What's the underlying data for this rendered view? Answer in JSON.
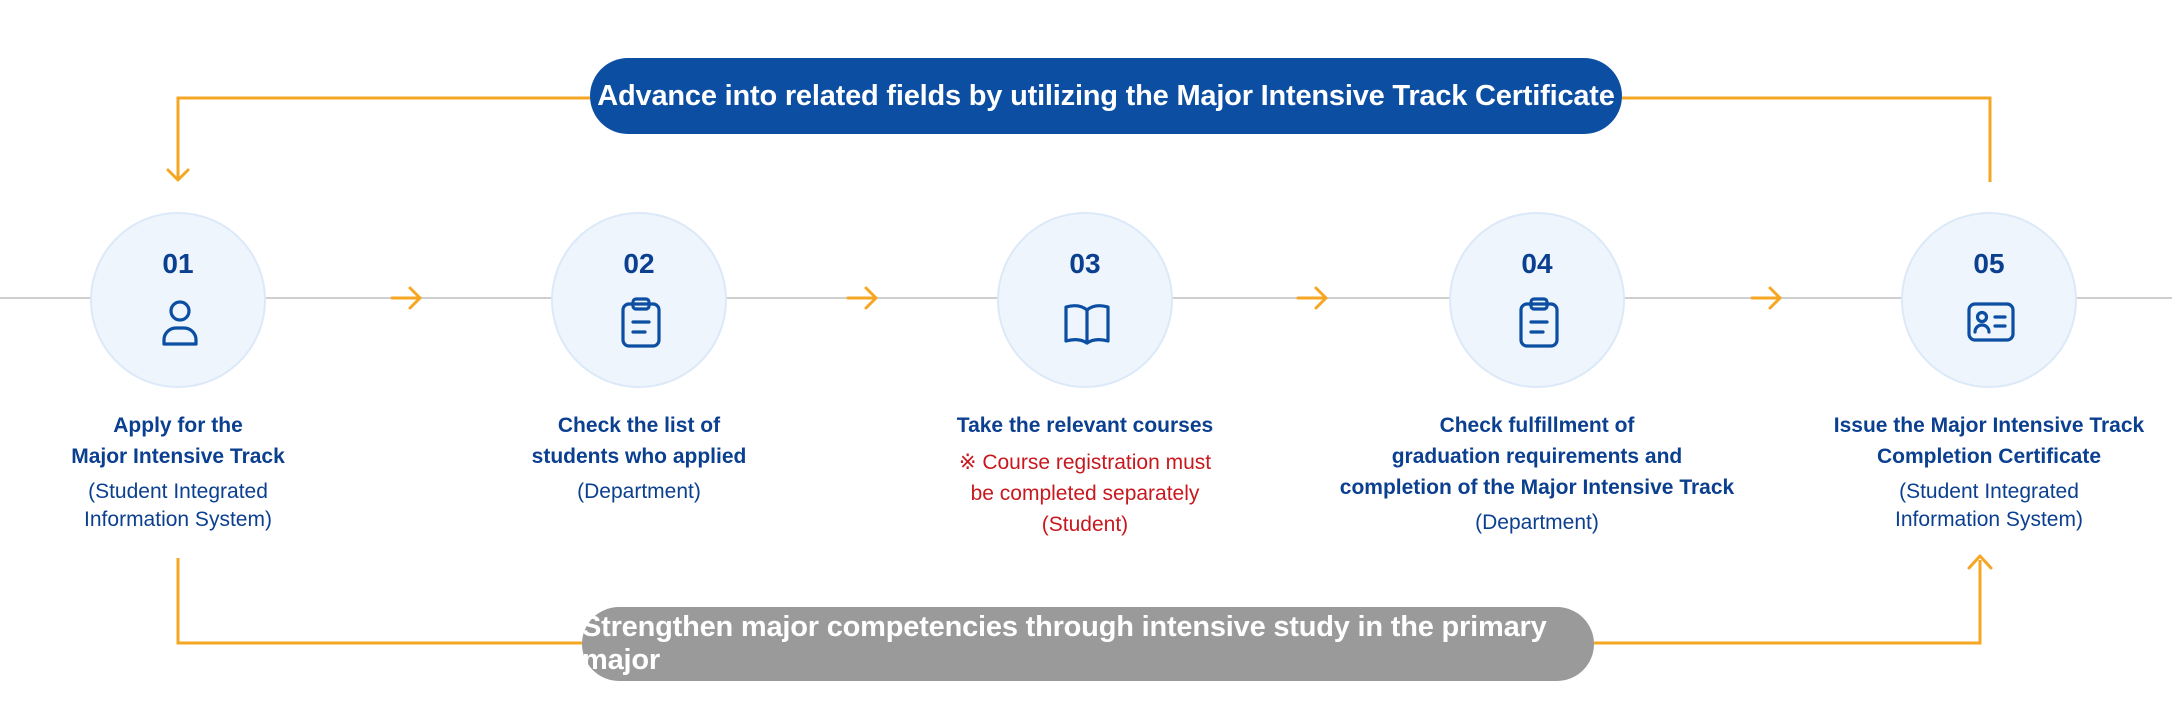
{
  "banners": {
    "top": "Advance into related fields by utilizing the Major Intensive Track Certificate",
    "bottom": "Strengthen major competencies through intensive study in the primary major"
  },
  "steps": [
    {
      "number": "01",
      "icon": "user-icon",
      "title": [
        "Apply for the",
        "Major Intensive Track"
      ],
      "subtitle": [
        "(Student Integrated",
        "Information System)"
      ]
    },
    {
      "number": "02",
      "icon": "clipboard-icon",
      "title": [
        "Check the list of",
        "students who applied"
      ],
      "subtitle": [
        "(Department)"
      ]
    },
    {
      "number": "03",
      "icon": "book-icon",
      "title": [
        "Take the relevant courses"
      ],
      "note": [
        "※ Course registration must",
        "be completed separately",
        "(Student)"
      ]
    },
    {
      "number": "04",
      "icon": "clipboard-icon",
      "title": [
        "Check fulfillment of",
        "graduation requirements and",
        "completion of the Major Intensive Track"
      ],
      "subtitle": [
        "(Department)"
      ]
    },
    {
      "number": "05",
      "icon": "id-card-icon",
      "title": [
        "Issue the Major Intensive Track",
        "Completion Certificate"
      ],
      "subtitle": [
        "(Student Integrated",
        "Information System)"
      ]
    }
  ],
  "colors": {
    "primary_blue": "#0b4ea2",
    "text_blue": "#0b3f8f",
    "arrow_orange": "#f5a623",
    "note_red": "#c8181e",
    "banner_gray": "#9a9a9a",
    "circle_fill": "#eef5fd",
    "timeline_gray": "#cfcfcf"
  }
}
